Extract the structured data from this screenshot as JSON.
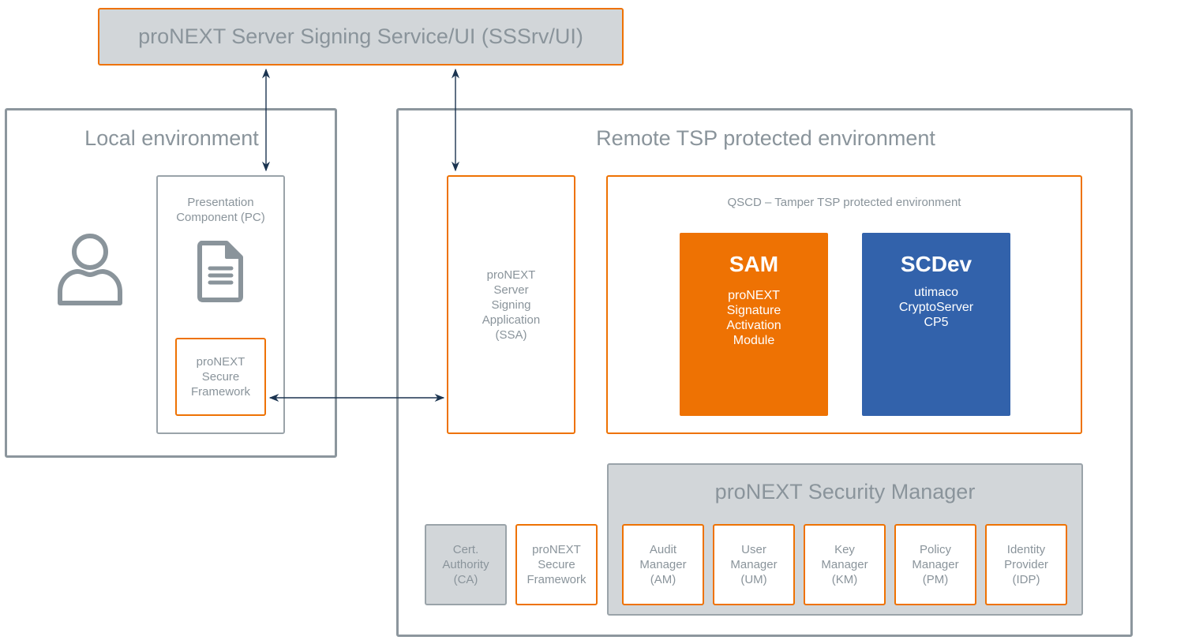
{
  "diagram": {
    "top_service": "proNEXT Server Signing Service/UI (SSSrv/UI)",
    "local_env": {
      "title": "Local environment",
      "user_icon": "user-icon",
      "presentation_component": {
        "label": "Presentation\nComponent (PC)",
        "icon": "document-icon"
      },
      "secure_framework": "proNEXT\nSecure\nFramework"
    },
    "remote_env": {
      "title": "Remote TSP protected environment",
      "ssa": "proNEXT\nServer\nSigning\nApplication\n(SSA)",
      "qscd": {
        "title": "QSCD – Tamper TSP protected environment",
        "sam": {
          "title": "SAM",
          "subtitle": "proNEXT\nSignature\nActivation\nModule",
          "color": "#ee7203"
        },
        "scdev": {
          "title": "SCDev",
          "subtitle": "utimaco\nCryptoServer\nCP5",
          "color": "#3262ab"
        }
      },
      "cert_authority": "Cert.\nAuthority\n(CA)",
      "secure_framework": "proNEXT\nSecure\nFramework",
      "security_manager": {
        "title": "proNEXT Security Manager",
        "components": [
          "Audit\nManager\n(AM)",
          "User\nManager\n(UM)",
          "Key\nManager\n(KM)",
          "Policy\nManager\n(PM)",
          "Identity\nProvider\n(IDP)"
        ]
      }
    },
    "colors": {
      "accent_orange": "#ee7203",
      "accent_blue": "#3262ab",
      "frame_grey": "#8c969d",
      "fill_grey": "#d2d6d9",
      "text_grey": "#8a949b",
      "arrow": "#1b3450"
    }
  }
}
